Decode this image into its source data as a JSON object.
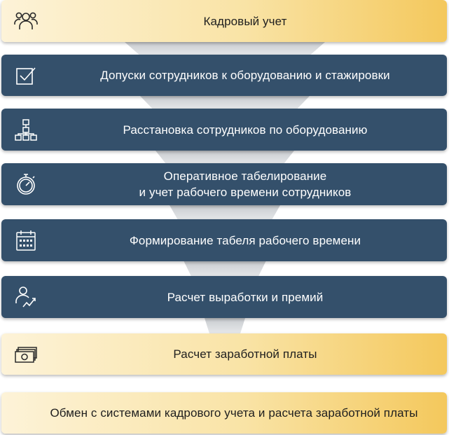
{
  "steps": [
    {
      "label": "Кадровый учет",
      "icon": "people-group-icon"
    },
    {
      "label": "Допуски сотрудников к оборудованию и стажировки",
      "icon": "checkbox-icon"
    },
    {
      "label": "Расстановка сотрудников по оборудованию",
      "icon": "hierarchy-icon"
    },
    {
      "line1": "Оперативное табелирование",
      "line2": "и учет рабочего времени сотрудников",
      "icon": "stopwatch-icon"
    },
    {
      "label": "Формирование табеля рабочего времени",
      "icon": "calendar-icon"
    },
    {
      "label": "Расчет выработки и премий",
      "icon": "person-growth-icon"
    },
    {
      "label": "Расчет заработной платы",
      "icon": "money-icon"
    },
    {
      "label": "Обмен с системами кадрового учета и расчета заработной платы"
    }
  ],
  "colors": {
    "dark": "#34506b",
    "gold_light": "#fdf3d8",
    "gold": "#f4c85c",
    "funnel": "#d4d7da"
  }
}
